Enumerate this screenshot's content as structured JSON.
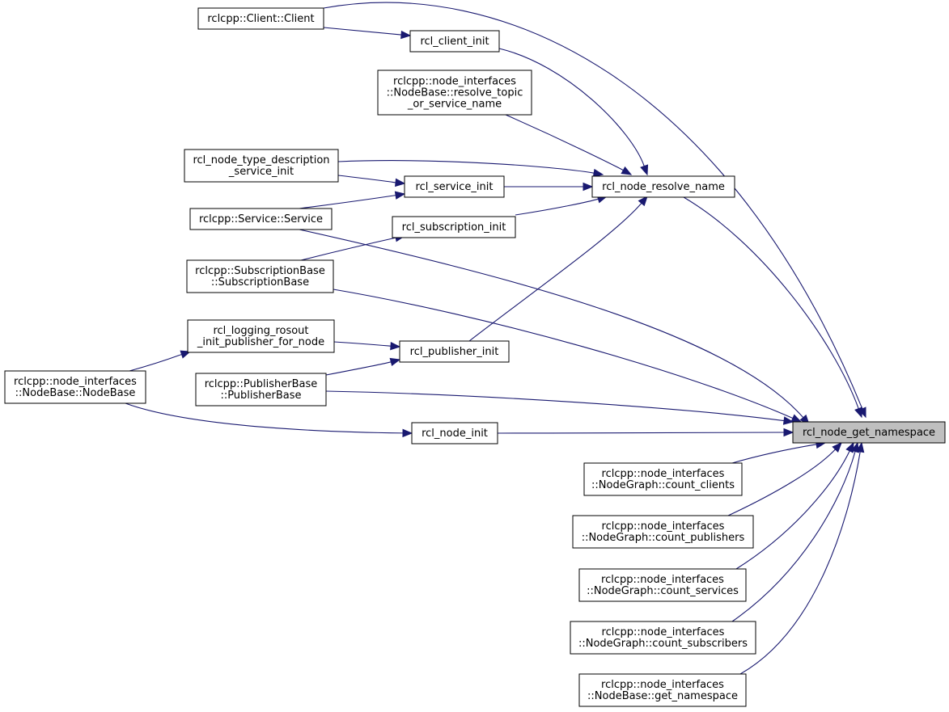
{
  "diagram": {
    "type": "call-graph",
    "colors": {
      "edge": "#191970",
      "node_border": "#000000",
      "node_fill": "#ffffff",
      "highlight_fill": "#bfbfbf"
    },
    "nodes": [
      {
        "id": "n_get_namespace",
        "lines": [
          "rcl_node_get_namespace"
        ],
        "highlight": true
      },
      {
        "id": "n_client_ctor",
        "lines": [
          "rclcpp::Client::Client"
        ]
      },
      {
        "id": "n_client_init",
        "lines": [
          "rcl_client_init"
        ]
      },
      {
        "id": "n_resolve_topic",
        "lines": [
          "rclcpp::node_interfaces",
          "::NodeBase::resolve_topic",
          "_or_service_name"
        ]
      },
      {
        "id": "n_type_desc",
        "lines": [
          "rcl_node_type_description",
          "_service_init"
        ]
      },
      {
        "id": "n_service_init",
        "lines": [
          "rcl_service_init"
        ]
      },
      {
        "id": "n_resolve_name",
        "lines": [
          "rcl_node_resolve_name"
        ]
      },
      {
        "id": "n_service_ctor",
        "lines": [
          "rclcpp::Service::Service"
        ]
      },
      {
        "id": "n_subscription_init",
        "lines": [
          "rcl_subscription_init"
        ]
      },
      {
        "id": "n_subscription_base",
        "lines": [
          "rclcpp::SubscriptionBase",
          "::SubscriptionBase"
        ]
      },
      {
        "id": "n_rosout",
        "lines": [
          "rcl_logging_rosout",
          "_init_publisher_for_node"
        ]
      },
      {
        "id": "n_publisher_init",
        "lines": [
          "rcl_publisher_init"
        ]
      },
      {
        "id": "n_nodebase",
        "lines": [
          "rclcpp::node_interfaces",
          "::NodeBase::NodeBase"
        ]
      },
      {
        "id": "n_publisher_base",
        "lines": [
          "rclcpp::PublisherBase",
          "::PublisherBase"
        ]
      },
      {
        "id": "n_node_init",
        "lines": [
          "rcl_node_init"
        ]
      },
      {
        "id": "n_count_clients",
        "lines": [
          "rclcpp::node_interfaces",
          "::NodeGraph::count_clients"
        ]
      },
      {
        "id": "n_count_publishers",
        "lines": [
          "rclcpp::node_interfaces",
          "::NodeGraph::count_publishers"
        ]
      },
      {
        "id": "n_count_services",
        "lines": [
          "rclcpp::node_interfaces",
          "::NodeGraph::count_services"
        ]
      },
      {
        "id": "n_count_subscribers",
        "lines": [
          "rclcpp::node_interfaces",
          "::NodeGraph::count_subscribers"
        ]
      },
      {
        "id": "n_nb_get_namespace",
        "lines": [
          "rclcpp::node_interfaces",
          "::NodeBase::get_namespace"
        ]
      }
    ],
    "edges": [
      {
        "from": "n_client_ctor",
        "to": "n_client_init"
      },
      {
        "from": "n_client_ctor",
        "to": "n_get_namespace"
      },
      {
        "from": "n_client_init",
        "to": "n_resolve_name"
      },
      {
        "from": "n_resolve_topic",
        "to": "n_resolve_name"
      },
      {
        "from": "n_type_desc",
        "to": "n_resolve_name"
      },
      {
        "from": "n_type_desc",
        "to": "n_service_init"
      },
      {
        "from": "n_service_init",
        "to": "n_resolve_name"
      },
      {
        "from": "n_service_ctor",
        "to": "n_service_init"
      },
      {
        "from": "n_service_ctor",
        "to": "n_get_namespace"
      },
      {
        "from": "n_subscription_init",
        "to": "n_resolve_name"
      },
      {
        "from": "n_subscription_base",
        "to": "n_subscription_init"
      },
      {
        "from": "n_subscription_base",
        "to": "n_get_namespace"
      },
      {
        "from": "n_publisher_init",
        "to": "n_resolve_name"
      },
      {
        "from": "n_rosout",
        "to": "n_publisher_init"
      },
      {
        "from": "n_nodebase",
        "to": "n_rosout"
      },
      {
        "from": "n_nodebase",
        "to": "n_node_init"
      },
      {
        "from": "n_publisher_base",
        "to": "n_publisher_init"
      },
      {
        "from": "n_publisher_base",
        "to": "n_get_namespace"
      },
      {
        "from": "n_node_init",
        "to": "n_get_namespace"
      },
      {
        "from": "n_resolve_name",
        "to": "n_get_namespace"
      },
      {
        "from": "n_count_clients",
        "to": "n_get_namespace"
      },
      {
        "from": "n_count_publishers",
        "to": "n_get_namespace"
      },
      {
        "from": "n_count_services",
        "to": "n_get_namespace"
      },
      {
        "from": "n_count_subscribers",
        "to": "n_get_namespace"
      },
      {
        "from": "n_nb_get_namespace",
        "to": "n_get_namespace"
      }
    ]
  }
}
